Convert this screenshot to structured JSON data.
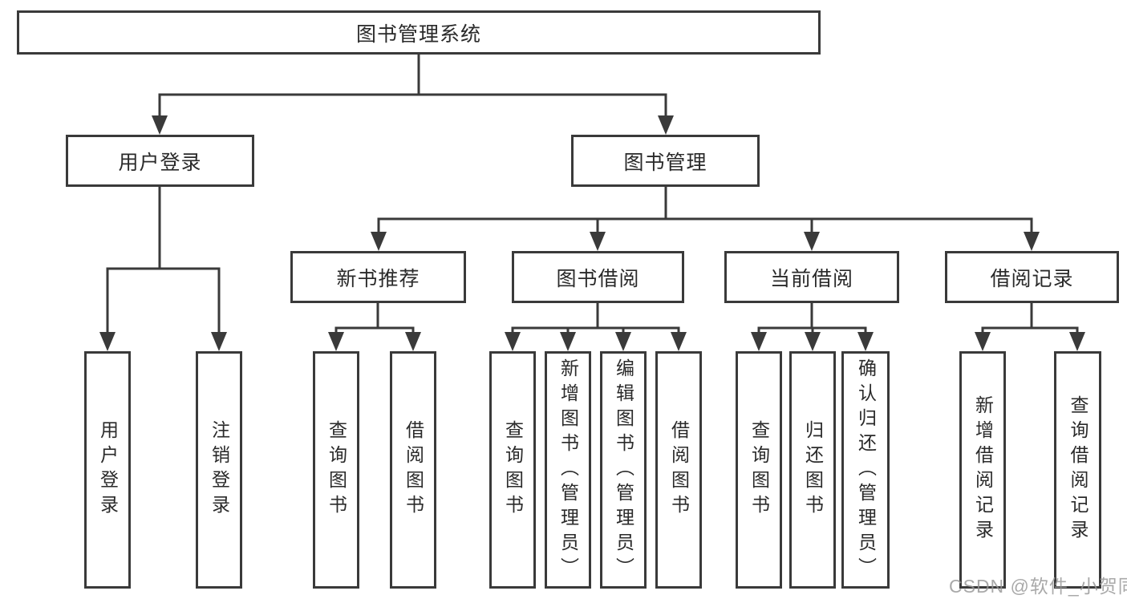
{
  "colors": {
    "line": "#3a3a3a",
    "box_border": "#3a3a3a",
    "text": "#2a2a2a",
    "watermark": "#969696",
    "background": "#ffffff"
  },
  "tree": {
    "root": {
      "label": "图书管理系统"
    },
    "branches": [
      {
        "label": "用户登录",
        "leaves": [
          "用户登录",
          "注销登录"
        ]
      },
      {
        "label": "图书管理",
        "children": [
          {
            "label": "新书推荐",
            "leaves": [
              "查询图书",
              "借阅图书"
            ]
          },
          {
            "label": "图书借阅",
            "leaves": [
              "查询图书",
              "新增图书（管理员）",
              "编辑图书（管理员）",
              "借阅图书"
            ]
          },
          {
            "label": "当前借阅",
            "leaves": [
              "查询图书",
              "归还图书",
              "确认归还（管理员）"
            ]
          },
          {
            "label": "借阅记录",
            "leaves": [
              "新增借阅记录",
              "查询借阅记录"
            ]
          }
        ]
      }
    ]
  },
  "watermark": "CSDN @软件_小贺同学"
}
